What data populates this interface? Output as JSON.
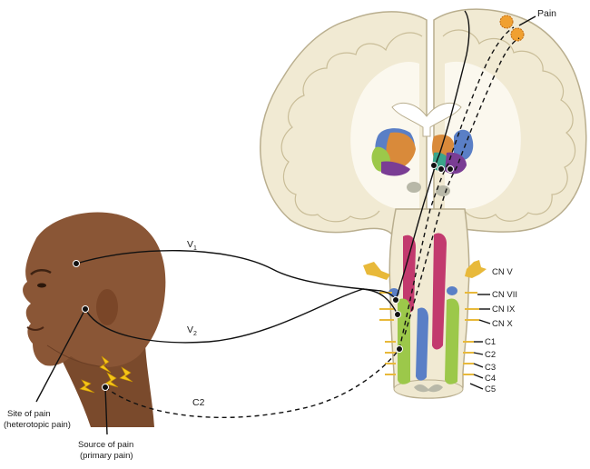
{
  "labels": {
    "pain": "Pain",
    "v1_base": "V",
    "v1_sub": "1",
    "v2_base": "V",
    "v2_sub": "2",
    "c2_line": "C2",
    "site_of_pain_line1": "Site of pain",
    "site_of_pain_line2": "(heterotopic pain)",
    "source_of_pain_line1": "Source of pain",
    "source_of_pain_line2": "(primary pain)",
    "cranial_nerves": [
      "CN V",
      "CN VII",
      "CN IX",
      "CN X"
    ],
    "cervical_nerves": [
      "C1",
      "C2",
      "C3",
      "C4",
      "C5"
    ]
  },
  "colors": {
    "brain_tissue": "#f1ead3",
    "brain_outline": "#b9ae8e",
    "white_matter": "#fbf8ee",
    "nucleus_magenta": "#c23a6e",
    "nucleus_green": "#9cc84a",
    "nucleus_blue": "#5a7fc6",
    "nerve_yellow": "#e8b93a",
    "skin": "#8a5636",
    "skin_dark": "#6b3f25",
    "pain_orange": "#f0a030",
    "line": "#111111"
  }
}
